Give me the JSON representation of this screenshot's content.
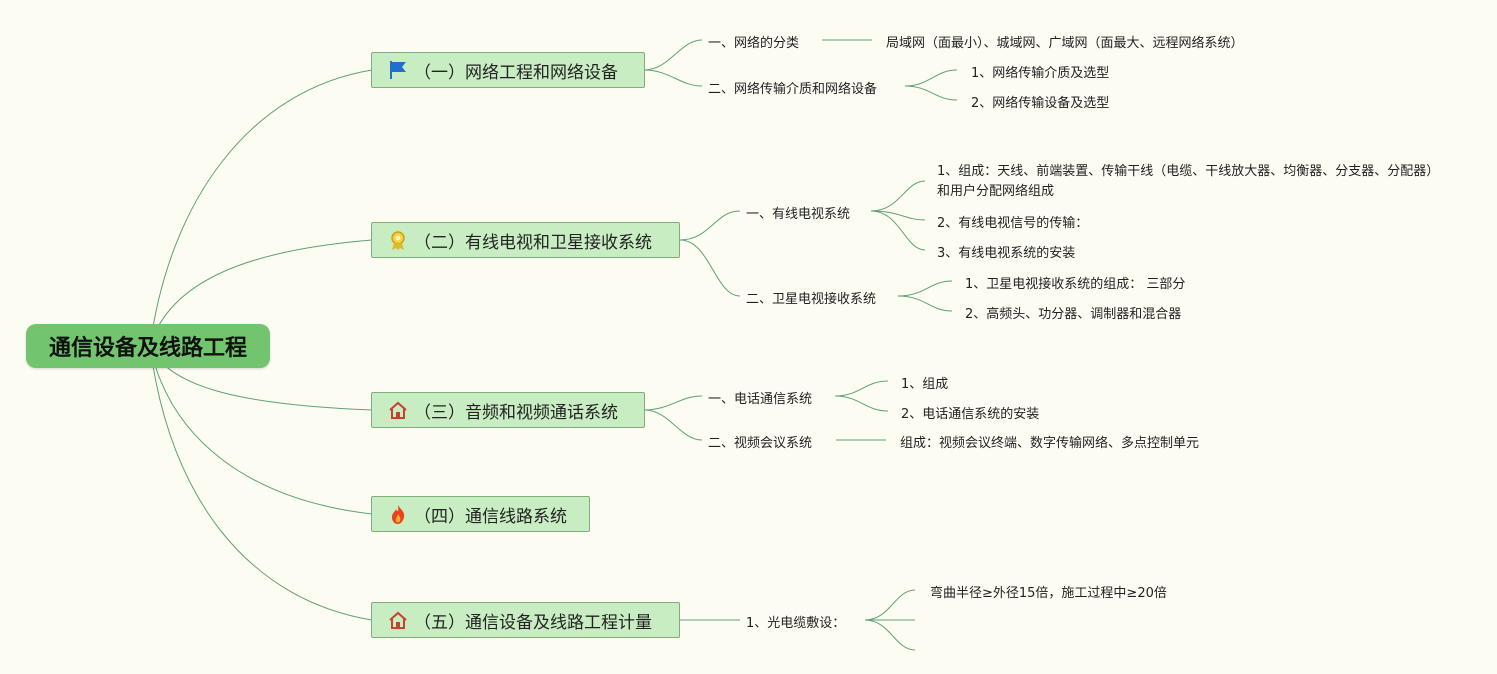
{
  "root": "通信设备及线路工程",
  "branches": [
    {
      "label": "（一）网络工程和网络设备",
      "icon": "blue-flag-icon"
    },
    {
      "label": "（二）有线电视和卫星接收系统",
      "icon": "award-ribbon-icon"
    },
    {
      "label": "（三）音频和视频通话系统",
      "icon": "house-icon"
    },
    {
      "label": "（四）通信线路系统",
      "icon": "fire-icon"
    },
    {
      "label": "（五）通信设备及线路工程计量",
      "icon": "house-icon"
    }
  ],
  "b1": {
    "c1": "一、网络的分类",
    "c1_leaf": "局域网（面最小）、城域网、广域网（面最大、远程网络系统）",
    "c2": "二、网络传输介质和网络设备",
    "c2_leaves": [
      "1、网络传输介质及选型",
      "2、网络传输设备及选型"
    ]
  },
  "b2": {
    "c1": "一、有线电视系统",
    "c1_leaves": [
      "1、组成：天线、前端装置、传输干线（电缆、干线放大器、均衡器、分支器、分配器）和用户分配网络组成",
      "2、有线电视信号的传输：",
      "3、有线电视系统的安装"
    ],
    "c2": "二、卫星电视接收系统",
    "c2_leaves": [
      "1、卫星电视接收系统的组成： 三部分",
      "2、高频头、功分器、调制器和混合器"
    ]
  },
  "b3": {
    "c1": "一、电话通信系统",
    "c1_leaves": [
      "1、组成",
      "2、电话通信系统的安装"
    ],
    "c2": "二、视频会议系统",
    "c2_leaf": "组成：视频会议终端、数字传输网络、多点控制单元"
  },
  "b5": {
    "c1": "1、光电缆敷设：",
    "c1_leaf": "弯曲半径≥外径15倍，施工过程中≥20倍"
  },
  "colors": {
    "line": "#5ea07a",
    "root_bg": "#72c46e",
    "branch_bg": "#c9edc2",
    "branch_border": "#7fae78",
    "background": "#fdfcf3"
  }
}
